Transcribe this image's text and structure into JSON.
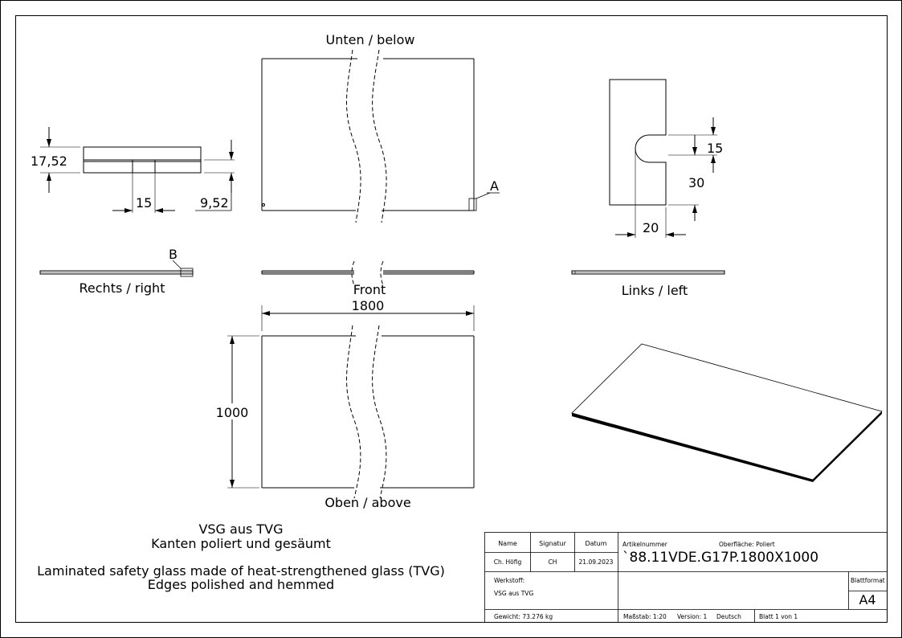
{
  "views": {
    "bottom_label": "Unten / below",
    "top_label": "Oben / above",
    "right_label": "Rechts / right",
    "left_label": "Links / left",
    "front_label": "Front"
  },
  "details": {
    "detail_a": "A",
    "detail_b": "B"
  },
  "dimensions": {
    "thickness": "17,52",
    "gap": "15",
    "inner": "9,52",
    "slot_depth": "15",
    "slot_offset": "30",
    "slot_width": "20",
    "width": "1800",
    "height": "1000"
  },
  "notes": {
    "de_line1": "VSG aus TVG",
    "de_line2": "Kanten poliert und gesäumt",
    "en_line1": "Laminated safety glass made of heat-strengthened glass (TVG)",
    "en_line2": "Edges polished and hemmed"
  },
  "title_block": {
    "col_name": "Name",
    "col_signatur": "Signatur",
    "col_datum": "Datum",
    "name": "Ch. Höfig",
    "signatur": "CH",
    "datum": "21.09.2023",
    "artikel_label": "Artikelnummer",
    "oberflaeche": "Oberfläche:  Poliert",
    "article_number": "`88.11VDE.G17P.1800X1000",
    "werkstoff_label": "Werkstoff:",
    "werkstoff": "VSG aus TVG",
    "blattformat_label": "Blattformat",
    "blattformat": "A4",
    "gewicht": "Gewicht: 73.276 kg",
    "massstab": "Maßstab: 1:20",
    "version": "Version: 1",
    "sprache": "Deutsch",
    "blatt": "Blatt 1 von 1"
  }
}
